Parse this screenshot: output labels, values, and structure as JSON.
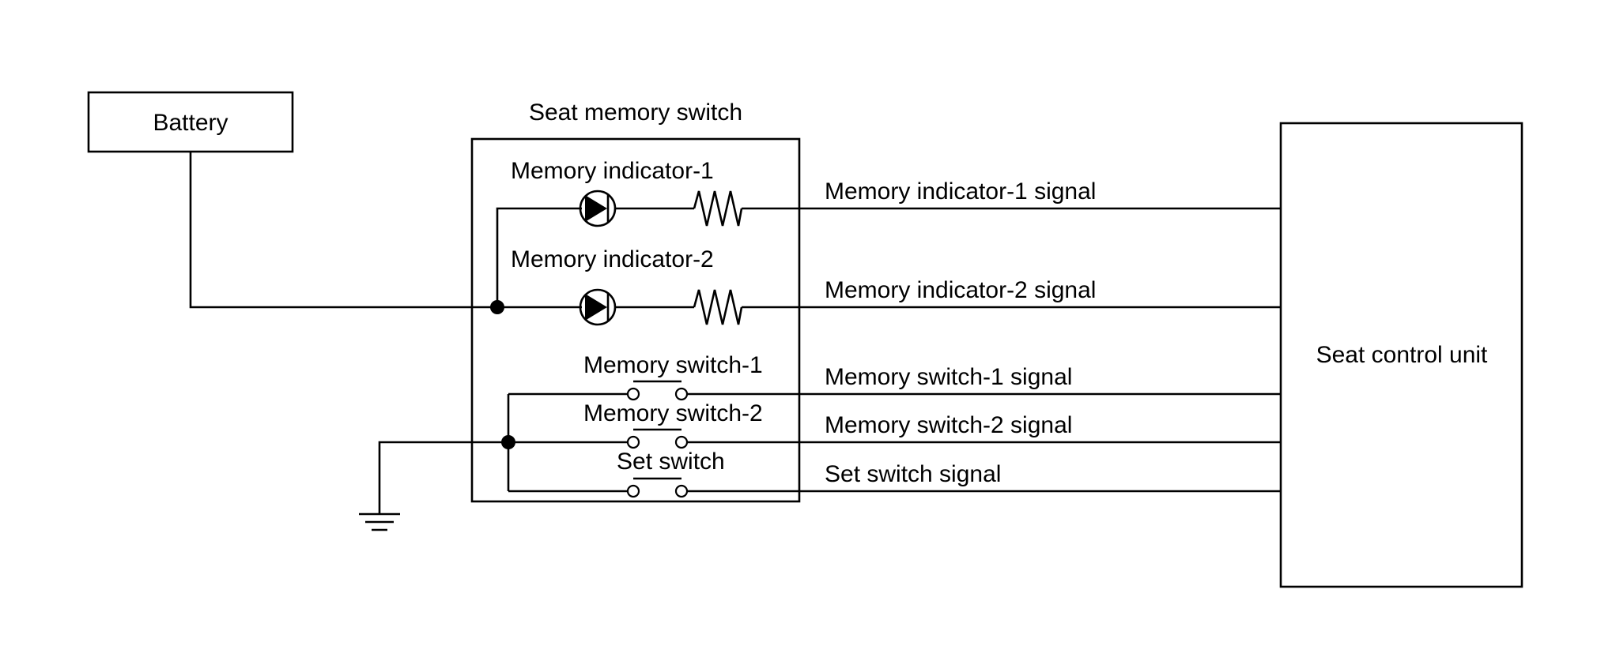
{
  "battery": {
    "label": "Battery"
  },
  "seat_memory_switch": {
    "title": "Seat memory switch",
    "memory_indicator_1": "Memory indicator-1",
    "memory_indicator_2": "Memory indicator-2",
    "memory_switch_1": "Memory switch-1",
    "memory_switch_2": "Memory switch-2",
    "set_switch": "Set switch"
  },
  "signals": {
    "memory_indicator_1": "Memory indicator-1 signal",
    "memory_indicator_2": "Memory indicator-2 signal",
    "memory_switch_1": "Memory switch-1 signal",
    "memory_switch_2": "Memory switch-2 signal",
    "set_switch": "Set switch signal"
  },
  "seat_control_unit": {
    "label": "Seat control unit"
  },
  "colors": {
    "line": "#000000",
    "background": "#ffffff"
  },
  "icons": [
    "diode-icon",
    "resistor-icon",
    "switch-icon",
    "ground-icon",
    "junction-dot-icon"
  ]
}
